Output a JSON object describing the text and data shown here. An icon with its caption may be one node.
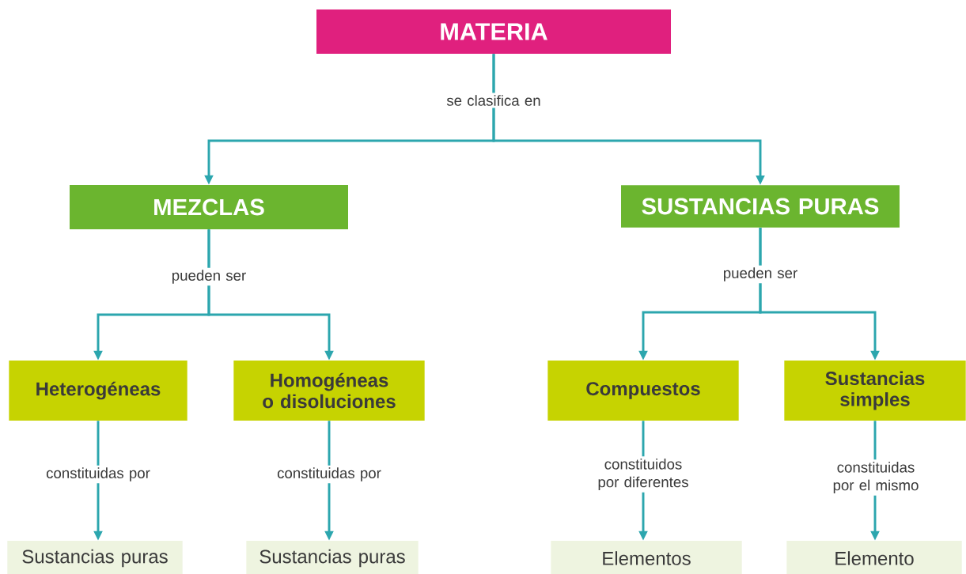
{
  "diagram": {
    "nodes": [
      {
        "text": [
          "MATERIA"
        ]
      },
      {
        "text": [
          "MEZCLAS"
        ]
      },
      {
        "text": [
          "SUSTANCIAS PURAS"
        ]
      },
      {
        "text": [
          "Heterogéneas"
        ]
      },
      {
        "text": [
          "Homogéneas o disoluciones"
        ]
      },
      {
        "text": [
          "Compuestos"
        ]
      },
      {
        "text": [
          "Sustancias simples"
        ]
      },
      {
        "text": [
          "Sustancias puras"
        ]
      },
      {
        "text": [
          "Sustancias puras"
        ]
      },
      {
        "text": [
          "Elementos"
        ]
      },
      {
        "text": [
          "Elemento"
        ]
      }
    ],
    "edges": [
      {
        "from": 0,
        "to": 1,
        "arrow": "to",
        "label": "se clasifica en"
      },
      {
        "from": 0,
        "to": 2,
        "arrow": "to"
      },
      {
        "from": 1,
        "to": 3,
        "arrow": "to",
        "label": "pueden ser"
      },
      {
        "from": 1,
        "to": 4,
        "arrow": "to"
      },
      {
        "from": 2,
        "to": 5,
        "arrow": "to",
        "label": "pueden ser"
      },
      {
        "from": 2,
        "to": 6,
        "arrow": "to"
      },
      {
        "from": 3,
        "to": 7,
        "arrow": "to",
        "label": "constituidas por"
      },
      {
        "from": 4,
        "to": 8,
        "arrow": "to",
        "label": "constituidas por"
      },
      {
        "from": 5,
        "to": 9,
        "arrow": "to",
        "label": "constituidos por diferentes"
      },
      {
        "from": 6,
        "to": 10,
        "arrow": "to",
        "label": "constituidas por el mismo"
      }
    ]
  }
}
